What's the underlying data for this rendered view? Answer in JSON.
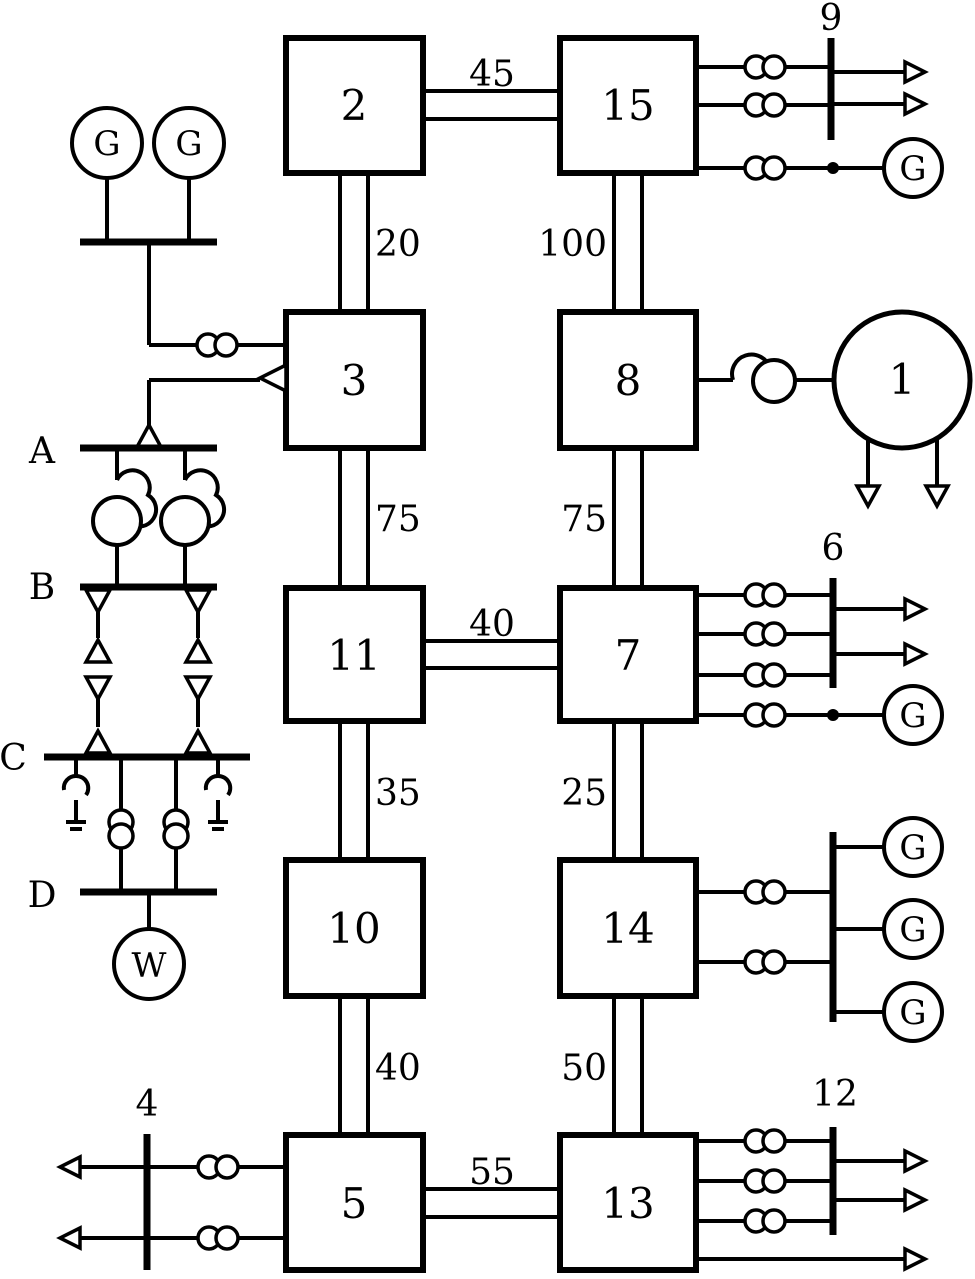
{
  "nodes": {
    "n2": "2",
    "n3": "3",
    "n5": "5",
    "n7": "7",
    "n8": "8",
    "n10": "10",
    "n11": "11",
    "n13": "13",
    "n14": "14",
    "n15": "15",
    "n1": "1"
  },
  "link_labels": {
    "l_2_15": "45",
    "l_2_3": "20",
    "l_15_8": "100",
    "l_3_11": "75",
    "l_8_7": "75",
    "l_11_7": "40",
    "l_11_10": "35",
    "l_7_14": "25",
    "l_10_5": "40",
    "l_14_13": "50",
    "l_5_13": "55"
  },
  "bus_labels": {
    "b9": "9",
    "b6": "6",
    "b12": "12",
    "b4": "4",
    "bA": "A",
    "bB": "B",
    "bC": "C",
    "bD": "D"
  },
  "generator_label": "G",
  "wind_label": "W",
  "icons": {
    "generator": "generator-icon",
    "transformer": "transformer-icon",
    "load": "load-arrow-icon",
    "wind": "wind-turbine-icon"
  }
}
